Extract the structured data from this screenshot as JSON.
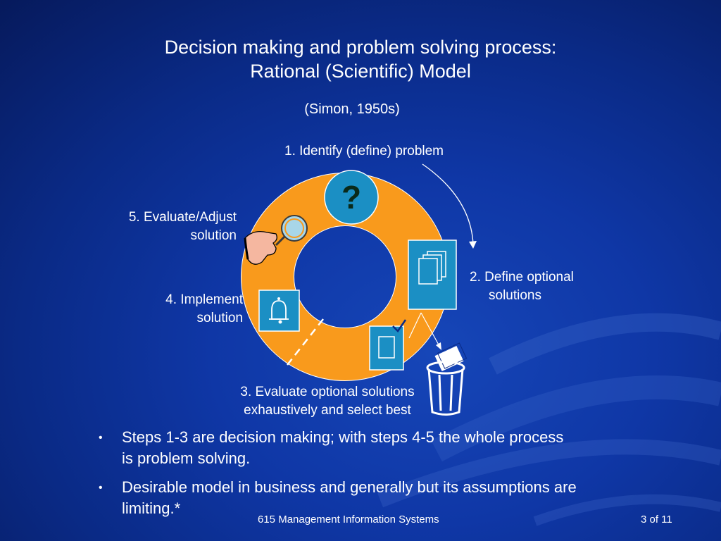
{
  "slide": {
    "title_line1": "Decision making and problem solving process:",
    "title_line2": "Rational (Scientific) Model",
    "subtitle": "(Simon, 1950s)"
  },
  "diagram": {
    "steps": [
      {
        "label_lines": [
          "1. Identify (define) problem"
        ]
      },
      {
        "label_lines": [
          "2. Define optional",
          "solutions"
        ]
      },
      {
        "label_lines": [
          "3. Evaluate optional solutions",
          "exhaustively and select best"
        ]
      },
      {
        "label_lines": [
          "4. Implement",
          "solution"
        ]
      },
      {
        "label_lines": [
          "5. Evaluate/Adjust",
          "solution"
        ]
      }
    ],
    "question_mark": "?",
    "colors": {
      "ring": "#f99a1c",
      "icon_tile": "#1b8fc4",
      "background": "#0f37a6"
    },
    "icons": [
      "question-icon",
      "documents-icon",
      "document-check-icon",
      "bell-icon",
      "magnifier-hand-icon",
      "trash-can-icon"
    ]
  },
  "bullets": [
    {
      "marker": "•",
      "text_line1": "Steps 1-3 are decision making; with steps 4-5 the whole process",
      "text_line2": "is problem solving."
    },
    {
      "marker": "•",
      "text_line1": "Desirable model in business and generally  but its assumptions are",
      "text_line2": "limiting.*"
    }
  ],
  "footer": {
    "course": "615 Management Information Systems",
    "page": "3 of 11"
  }
}
